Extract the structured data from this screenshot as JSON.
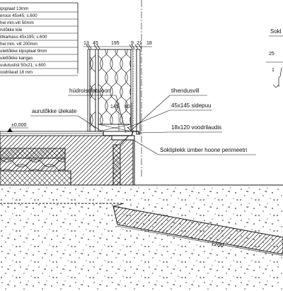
{
  "layer_list": [
    "ipsplaat 13mm",
    "eroox 45x45; s.600",
    "hel min.vill 50mm",
    "rutõkke kile",
    "iltkarkass 45x195; s.600",
    "hel min. vill 200mm",
    "ulettõkke kipsplaat 9mm",
    "ulettõkke kangas",
    "uulutuslist 50x21; s.600",
    "oodrilaud 18 mm"
  ],
  "dims_top": {
    "d13": "13",
    "d45": "45",
    "d195": "195",
    "d9": "9",
    "d21": "21",
    "d18": "18"
  },
  "dims_side": {
    "d145": "145",
    "d40": "40"
  },
  "level": "±0,000",
  "labels": {
    "hydro": "hüdroisolatsioon",
    "vapour": "aurutõkke ülekate",
    "seal": "tihendusvill",
    "sill": "45x145 sidepuu",
    "board": "18x120 voodrilaudis",
    "plinth": "Sokliplekk ümber hoone perimeetri"
  },
  "right_note": {
    "title": "Sokl",
    "d25": "25",
    "d1": "1"
  },
  "bottom_dim": "1200"
}
